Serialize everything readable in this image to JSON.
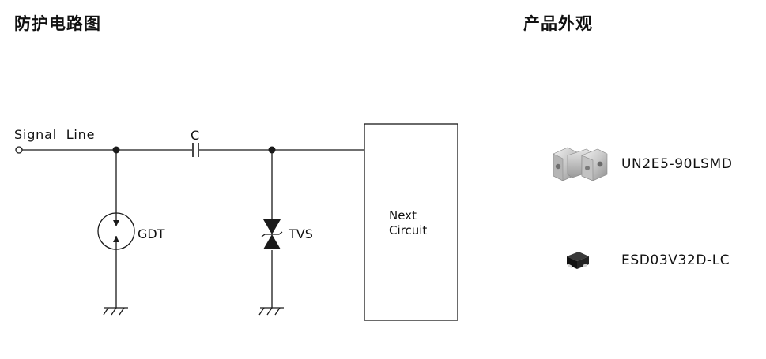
{
  "titles": {
    "circuit": "防护电路图",
    "appearance": "产品外观"
  },
  "circuit": {
    "signal_line": "Signal  Line",
    "capacitor": "C",
    "gdt": "GDT",
    "tvs": "TVS",
    "next_circuit_line1": "Next",
    "next_circuit_line2": "Circuit"
  },
  "products": [
    {
      "name": "UN2E5-90LSMD"
    },
    {
      "name": "ESD03V32D-LC"
    }
  ]
}
